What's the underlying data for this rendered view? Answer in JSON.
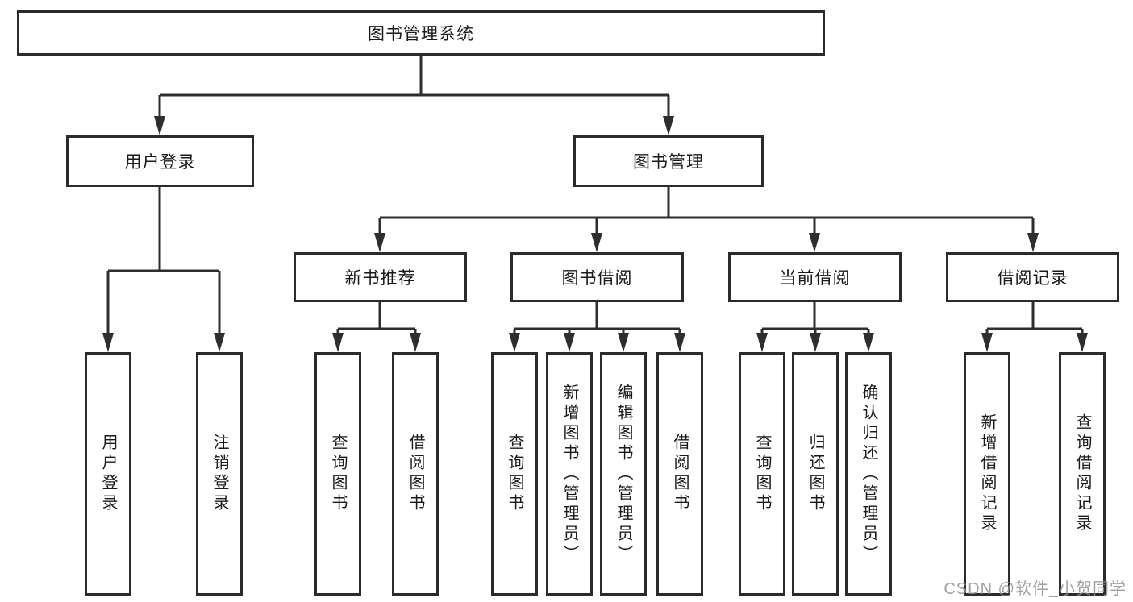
{
  "tree": {
    "root": "图书管理系统",
    "branches": [
      {
        "label": "用户登录",
        "leaves": [
          "用户登录",
          "注销登录"
        ]
      },
      {
        "label": "图书管理",
        "children": [
          {
            "label": "新书推荐",
            "leaves": [
              "查询图书",
              "借阅图书"
            ]
          },
          {
            "label": "图书借阅",
            "leaves": [
              "查询图书",
              "新增图书（管理员）",
              "编辑图书（管理员）",
              "借阅图书"
            ]
          },
          {
            "label": "当前借阅",
            "leaves": [
              "查询图书",
              "归还图书",
              "确认归还（管理员）"
            ]
          },
          {
            "label": "借阅记录",
            "leaves": [
              "新增借阅记录",
              "查询借阅记录"
            ]
          }
        ]
      }
    ]
  },
  "watermark": "CSDN @软件_小贺同学",
  "colors": {
    "line": "#2e2e2e",
    "box_border": "#2b2b2b",
    "text": "#1a1a1a",
    "watermark": "#919191"
  }
}
